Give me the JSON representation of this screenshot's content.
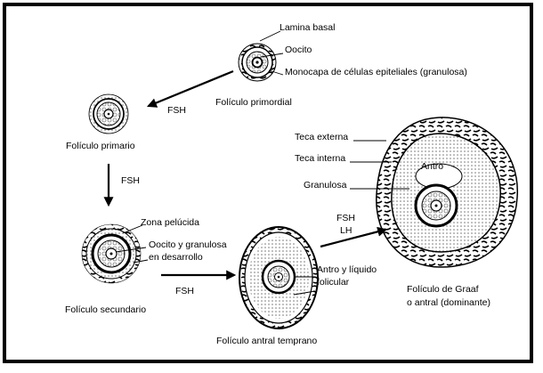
{
  "labels": {
    "lamina_basal": "Lamina basal",
    "oocito": "Oocito",
    "monocapa": "Monocapa de células epiteliales (granulosa)",
    "foliculo_primordial": "Folículo primordial",
    "fsh_1": "FSH",
    "foliculo_primario": "Folículo primario",
    "fsh_2": "FSH",
    "zona_pelucida": "Zona pelúcida",
    "oocito_granulosa_1": "Oocito  y granulosa",
    "oocito_granulosa_2": "en desarrollo",
    "foliculo_secundario": "Folículo secundario",
    "fsh_3": "FSH",
    "antro_liquido_1": "Antro y líquido",
    "antro_liquido_2": "folicular",
    "foliculo_antral_temprano": "Folículo antral temprano",
    "fsh_4": "FSH",
    "lh": "LH",
    "teca_externa": "Teca externa",
    "teca_interna": "Teca interna",
    "antro": "Antro",
    "granulosa": "Granulosa",
    "graaf_1": "Folículo de Graaf",
    "graaf_2": "o antral (dominante)"
  }
}
